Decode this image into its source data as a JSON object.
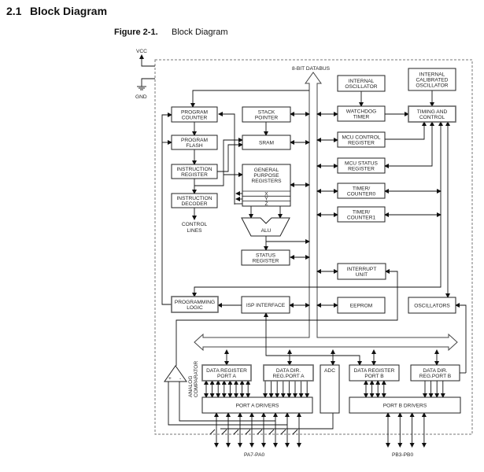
{
  "section": {
    "number": "2.1",
    "title": "Block Diagram"
  },
  "figure": {
    "number": "Figure 2-1.",
    "title": "Block Diagram"
  },
  "diagram": {
    "power": {
      "vcc": "VCC",
      "gnd": "GND"
    },
    "databus_label": "8-BIT DATABUS",
    "control_lines": [
      "CONTROL",
      "LINES"
    ],
    "analog_comparator": [
      "ANALOG",
      "COMPARATOR"
    ],
    "comparator_inputs": {
      "plus": "+",
      "minus": "-"
    },
    "pins_a": "PA7-PA0",
    "pins_b": "PB3-PB0",
    "blocks": {
      "program_counter": [
        "PROGRAM",
        "COUNTER"
      ],
      "program_flash": [
        "PROGRAM",
        "FLASH"
      ],
      "instruction_register": [
        "INSTRUCTION",
        "REGISTER"
      ],
      "instruction_decoder": [
        "INSTRUCTION",
        "DECODER"
      ],
      "stack_pointer": [
        "STACK",
        "POINTER"
      ],
      "sram": [
        "SRAM"
      ],
      "gpr": [
        "GENERAL",
        "PURPOSE",
        "REGISTERS"
      ],
      "alu": [
        "ALU"
      ],
      "status_register": [
        "STATUS",
        "REGISTER"
      ],
      "internal_oscillator": [
        "INTERNAL",
        "OSCILLATOR"
      ],
      "internal_calibrated_oscillator": [
        "INTERNAL",
        "CALIBRATED",
        "OSCILLATOR"
      ],
      "watchdog_timer": [
        "WATCHDOG",
        "TIMER"
      ],
      "timing_and_control": [
        "TIMING AND",
        "CONTROL"
      ],
      "mcu_control_register": [
        "MCU CONTROL",
        "REGISTER"
      ],
      "mcu_status_register": [
        "MCU STATUS",
        "REGISTER"
      ],
      "timer_counter0": [
        "TIMER/",
        "COUNTER0"
      ],
      "timer_counter1": [
        "TIMER/",
        "COUNTER1"
      ],
      "interrupt_unit": [
        "INTERRUPT",
        "UNIT"
      ],
      "programming_logic": [
        "PROGRAMMING",
        "LOGIC"
      ],
      "isp_interface": [
        "ISP INTERFACE"
      ],
      "eeprom": [
        "EEPROM"
      ],
      "oscillators": [
        "OSCILLATORS"
      ],
      "data_register_port_a": [
        "DATA REGISTER",
        "PORT A"
      ],
      "data_dir_reg_port_a": [
        "DATA DIR.",
        "REG.PORT A"
      ],
      "adc": [
        "ADC"
      ],
      "data_register_port_b": [
        "DATA REGISTER",
        "PORT B"
      ],
      "data_dir_reg_port_b": [
        "DATA DIR.",
        "REG.PORT B"
      ],
      "port_a_drivers": [
        "PORT A DRIVERS"
      ],
      "port_b_drivers": [
        "PORT B DRIVERS"
      ]
    },
    "gpr_rows": [
      "X",
      "Y",
      "Z"
    ]
  }
}
